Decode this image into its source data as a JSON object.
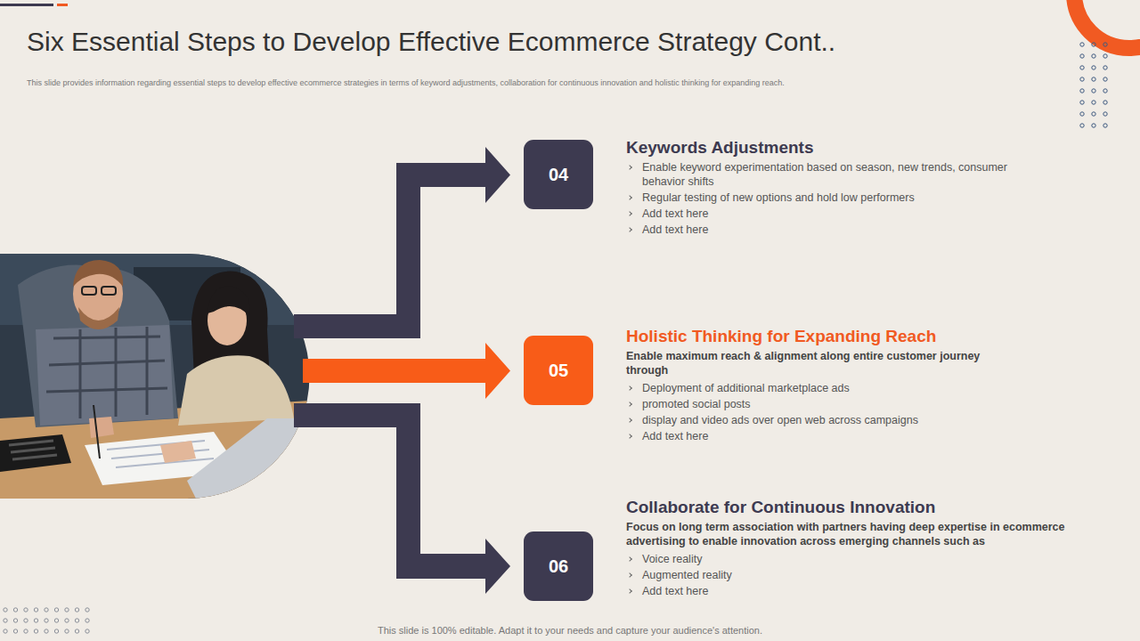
{
  "diagram": {
    "title": "Six Essential Steps to Develop Effective Ecommerce Strategy Cont..",
    "nodes": [
      {
        "text": [
          "04",
          "Keywords Adjustments",
          "Enable keyword experimentation based on season, new trends, consumer behavior shifts",
          "Regular testing of new options and hold low performers",
          "Add text here",
          "Add text here"
        ]
      },
      {
        "text": [
          "05",
          "Holistic Thinking for Expanding Reach",
          "Enable maximum reach & alignment along entire customer journey through",
          "Deployment of additional marketplace ads",
          "promoted social posts",
          "display and video ads over open web across campaigns",
          "Add text here"
        ]
      },
      {
        "text": [
          "06",
          "Collaborate for Continuous Innovation",
          "Focus on long term association with partners having deep expertise in ecommerce advertising to enable innovation across emerging channels such as",
          "Voice reality",
          "Augmented reality",
          "Add text here"
        ]
      }
    ],
    "labels": [
      "This slide provides information regarding essential steps to develop effective ecommerce strategies in terms of keyword adjustments, collaboration for continuous innovation and holistic thinking  for expanding reach.",
      "This slide is 100% editable. Adapt it to your needs and capture your audience's attention."
    ]
  }
}
